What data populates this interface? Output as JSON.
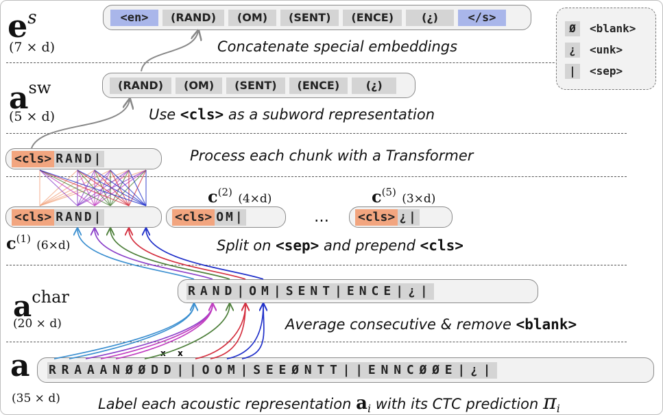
{
  "rows": {
    "es": {
      "symbol": "e",
      "sup": "s",
      "dim": "(7 × d)",
      "tokens": [
        "<en>",
        "(RAND)",
        "(OM)",
        "(SENT)",
        "(ENCE)",
        "(¿)",
        "</s>"
      ],
      "caption": "Concatenate special embeddings"
    },
    "asw": {
      "symbol": "a",
      "sup": "sw",
      "dim": "(5 × d)",
      "tokens": [
        "(RAND)",
        "(OM)",
        "(SENT)",
        "(ENCE)",
        "(¿)"
      ],
      "caption_pre": "Use",
      "caption_code": "<cls>",
      "caption_post": "as  a subword representation"
    },
    "transformer": {
      "cls": "<cls>",
      "chars": "RAND|",
      "caption": "Process each chunk with a Transformer"
    },
    "chunks": {
      "c1": {
        "label": "c",
        "sup": "(1)",
        "dim": "(6×d)",
        "cls": "<cls>",
        "chars": "RAND|"
      },
      "c2": {
        "label": "c",
        "sup": "(2)",
        "dim": "(4×d)",
        "cls": "<cls>",
        "chars": "OM|"
      },
      "ellipsis": "…",
      "c5": {
        "label": "c",
        "sup": "(5)",
        "dim": "(3×d)",
        "cls": "<cls>",
        "chars": "¿|"
      },
      "caption_pre": "Split on",
      "caption_code1": "<sep>",
      "caption_mid": "and prepend",
      "caption_code2": "<cls>"
    },
    "achar": {
      "symbol": "a",
      "sup": "char",
      "dim": "(20 × d)",
      "chars": "RAND|OM|SENT|ENCE|¿|",
      "caption_pre": "Average consecutive & remove",
      "caption_code": "<blank>"
    },
    "a": {
      "symbol": "a",
      "dim": "(35 × d)",
      "chars": "RRAAANØØDD||OOM|SEEØNTT||ENNCØØE|¿|",
      "removed_marks": [
        "x",
        "x"
      ],
      "caption_pre": "Label each acoustic representation",
      "caption_sym1": "a",
      "caption_sub1": "i",
      "caption_mid": "with its CTC prediction",
      "caption_sym2": "π",
      "caption_sub2": "i"
    }
  },
  "legend": [
    {
      "symbol": "Ø",
      "label": "<blank>"
    },
    {
      "symbol": "¿",
      "label": "<unk>"
    },
    {
      "symbol": "|",
      "label": "<sep>"
    }
  ],
  "colors": {
    "cell": "#d4d4d4",
    "cls": "#f2a57f",
    "special": "#a9b6ea",
    "arrows": [
      "#3b8fd0",
      "#8a3fc9",
      "#c03cc0",
      "#4d7f3a",
      "#d42f3f",
      "#1f2fc9"
    ]
  }
}
